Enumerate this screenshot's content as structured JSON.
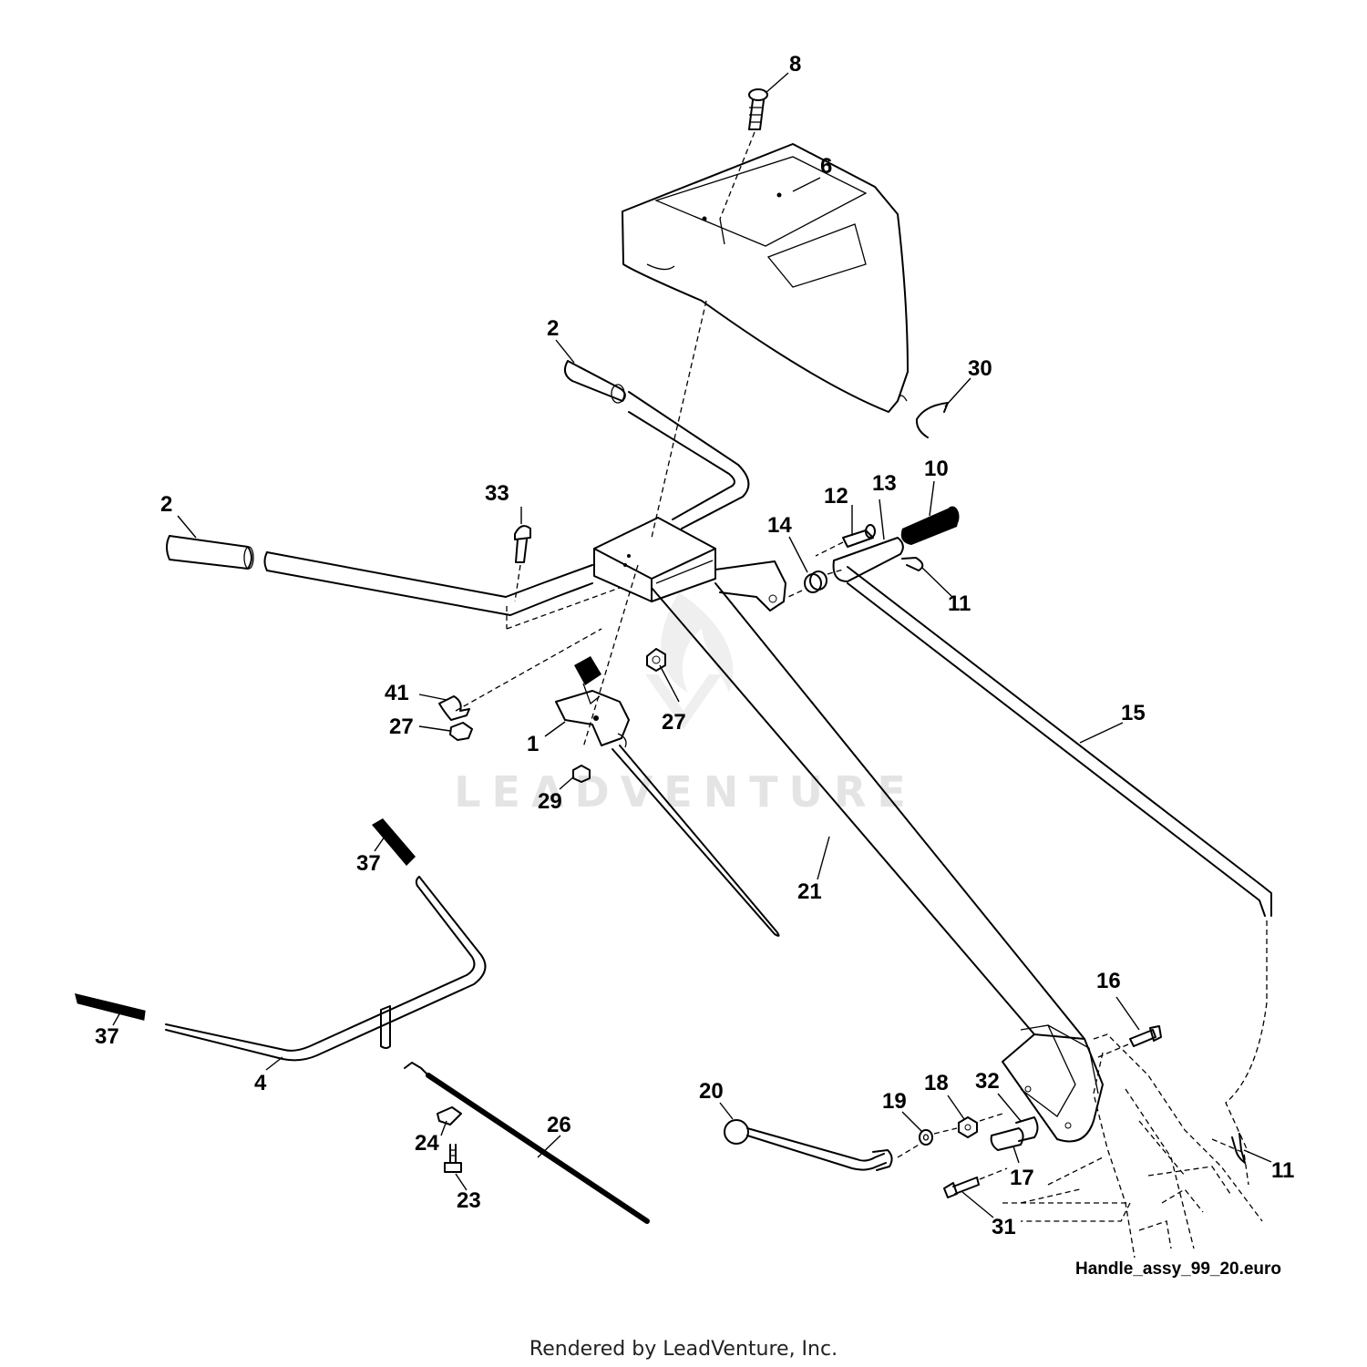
{
  "diagram": {
    "callouts": [
      {
        "id": "c8",
        "text": "8"
      },
      {
        "id": "c6",
        "text": "6"
      },
      {
        "id": "c2a",
        "text": "2"
      },
      {
        "id": "c30",
        "text": "30"
      },
      {
        "id": "c2b",
        "text": "2"
      },
      {
        "id": "c33",
        "text": "33"
      },
      {
        "id": "c12",
        "text": "12"
      },
      {
        "id": "c13",
        "text": "13"
      },
      {
        "id": "c10",
        "text": "10"
      },
      {
        "id": "c14",
        "text": "14"
      },
      {
        "id": "c11a",
        "text": "11"
      },
      {
        "id": "c41",
        "text": "41"
      },
      {
        "id": "c27a",
        "text": "27"
      },
      {
        "id": "c27b",
        "text": "27"
      },
      {
        "id": "c1",
        "text": "1"
      },
      {
        "id": "c29",
        "text": "29"
      },
      {
        "id": "c15",
        "text": "15"
      },
      {
        "id": "c37a",
        "text": "37"
      },
      {
        "id": "c21",
        "text": "21"
      },
      {
        "id": "c37b",
        "text": "37"
      },
      {
        "id": "c4",
        "text": "4"
      },
      {
        "id": "c16",
        "text": "16"
      },
      {
        "id": "c20",
        "text": "20"
      },
      {
        "id": "c19",
        "text": "19"
      },
      {
        "id": "c18",
        "text": "18"
      },
      {
        "id": "c32",
        "text": "32"
      },
      {
        "id": "c26",
        "text": "26"
      },
      {
        "id": "c24",
        "text": "24"
      },
      {
        "id": "c17",
        "text": "17"
      },
      {
        "id": "c11b",
        "text": "11"
      },
      {
        "id": "c23",
        "text": "23"
      },
      {
        "id": "c31",
        "text": "31"
      }
    ],
    "figure_name": "Handle_assy_99_20.euro",
    "watermark": "LEADVENTURE",
    "credit": "Rendered by LeadVenture, Inc."
  }
}
